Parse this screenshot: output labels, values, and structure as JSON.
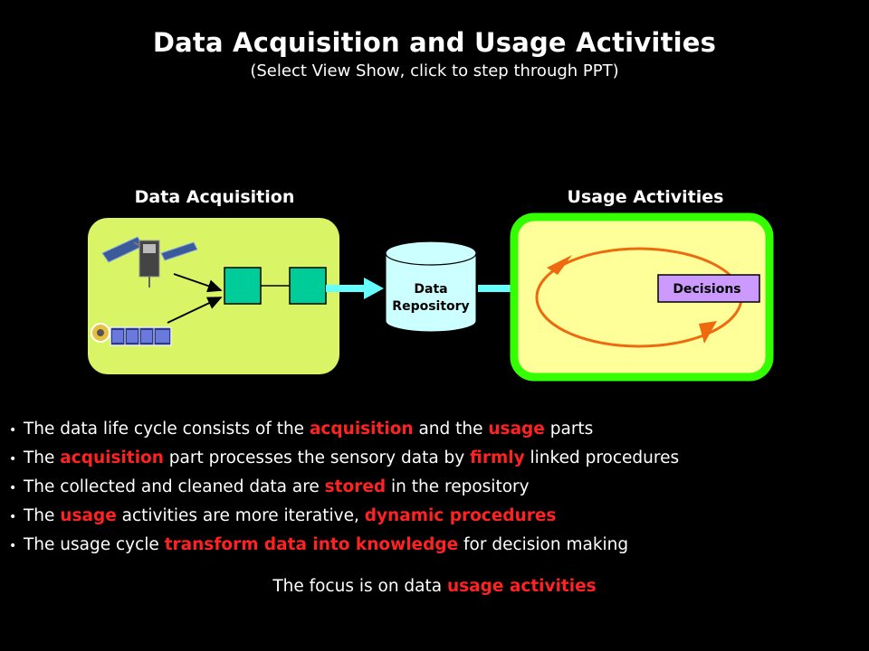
{
  "title": "Data Acquisition and Usage Activities",
  "subtitle": "(Select View Show, click to step through PPT)",
  "diagram": {
    "left_label": "Data Acquisition",
    "right_label": "Usage Activities",
    "repository_line1": "Data",
    "repository_line2": "Repository",
    "decisions_label": "Decisions"
  },
  "bullets": [
    {
      "parts": [
        "The data life cycle consists of the ",
        "acquisition",
        " and the ",
        "usage",
        " parts"
      ]
    },
    {
      "parts": [
        "The ",
        "acquisition",
        " part processes the sensory data by ",
        "firmly",
        " linked procedures"
      ]
    },
    {
      "parts": [
        "The collected and cleaned data are ",
        "stored",
        " in the repository"
      ]
    },
    {
      "parts": [
        "The ",
        "usage",
        " activities are more iterative, ",
        "dynamic procedures",
        ""
      ]
    },
    {
      "parts": [
        "The usage cycle ",
        "transform  data into knowledge",
        " for decision making"
      ]
    }
  ],
  "focus": {
    "text": "The focus is on data ",
    "highlight": "usage activities"
  },
  "colors": {
    "background": "#000000",
    "highlight": "#ff2222",
    "acquisition_box": "#d9f566",
    "usage_box": "#ffff99",
    "usage_border": "#33ff00",
    "process_box": "#00cc99",
    "arrow_cyan": "#66ffff",
    "cycle_orange": "#ff6600",
    "decisions_fill": "#cc99ff"
  }
}
